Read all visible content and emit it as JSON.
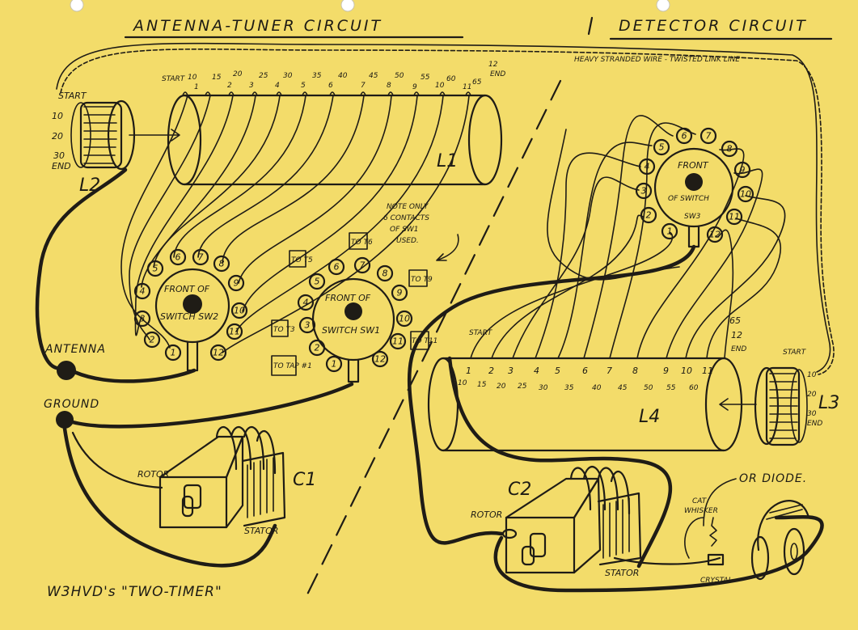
{
  "titles": {
    "antenna_tuner": "ANTENNA-TUNER CIRCUIT",
    "detector": "DETECTOR CIRCUIT",
    "link_line": "HEAVY STRANDED WIRE - TWISTED LINK LINE",
    "credit": "W3HVD's \"TWO-TIMER\""
  },
  "coils": {
    "L1": "L1",
    "L2": "L2",
    "L3": "L3",
    "L4": "L4",
    "l2_start": "START",
    "l2_tap": "10",
    "l2_tap2": "20",
    "l2_end_num": "30",
    "l2_end": "END",
    "l3_start": "START",
    "l3_tap": "10",
    "l3_tap2": "20",
    "l3_end_num": "30",
    "l3_end": "END",
    "l1_taps": [
      "START",
      "10",
      "15",
      "20",
      "25",
      "30",
      "35",
      "40",
      "45",
      "50",
      "55",
      "60",
      "65"
    ],
    "l1_switch_nums": [
      "1",
      "2",
      "3",
      "4",
      "5",
      "6",
      "7",
      "8",
      "9",
      "10",
      "11"
    ],
    "l1_end_num": "12",
    "l1_end": "END",
    "l4_taps_top": [
      "1",
      "2",
      "3",
      "4",
      "5",
      "6",
      "7",
      "8",
      "9",
      "10",
      "11"
    ],
    "l4_taps_bottom": [
      "10",
      "15",
      "20",
      "25",
      "30",
      "35",
      "40",
      "45",
      "50",
      "55",
      "60"
    ],
    "l4_start": "START",
    "l4_65": "65",
    "l4_12": "12",
    "l4_end": "END"
  },
  "switches": {
    "sw2": {
      "line1": "FRONT OF",
      "line2": "SWITCH SW2"
    },
    "sw1": {
      "line1": "FRONT OF",
      "line2": "SWITCH SW1"
    },
    "sw3": {
      "line1": "FRONT",
      "line2": "OF SWITCH",
      "line3": "SW3"
    },
    "numbers": [
      "1",
      "2",
      "3",
      "4",
      "5",
      "6",
      "7",
      "8",
      "9",
      "10",
      "11",
      "12"
    ],
    "sw1_tags": {
      "t5": "TO T5",
      "t6": "TO T6",
      "t9": "TO T9",
      "t3": "TO T3",
      "t11": "TO T11",
      "t1": "TO TAP #1"
    },
    "note": [
      "NOTE ONLY",
      "6 CONTACTS",
      "OF SW1",
      "USED."
    ]
  },
  "components": {
    "antenna": "ANTENNA",
    "ground": "GROUND",
    "c1": "C1",
    "c2": "C2",
    "c1_rotor": "ROTOR",
    "c1_stator": "STATOR",
    "c2_rotor": "ROTOR",
    "c2_stator": "STATOR",
    "or_diode": "OR DIODE.",
    "cat_whisker": [
      "CAT",
      "WHISKER"
    ],
    "crystal": "CRYSTAL"
  },
  "colors": {
    "paper": "#f3dc6a",
    "ink": "#1f1c16"
  }
}
